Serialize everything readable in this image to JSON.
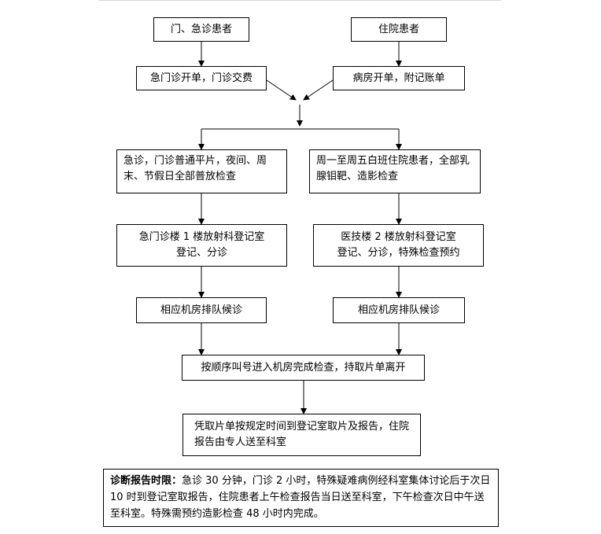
{
  "nodes": {
    "outpatient": "门、急诊患者",
    "inpatient": "住院患者",
    "outpatient_billing": "急门诊开单，门诊交费",
    "inpatient_billing": "病房开单，附记账单",
    "left_exam": "急诊，门诊普通平片，夜间、周末、节假日全部普放检查",
    "right_exam": "周一至周五白班住院患者，全部乳腺钼靶、造影检查",
    "left_reg_line1": "急门诊楼 1 楼放射科登记室",
    "left_reg_line2": "登记、分诊",
    "right_reg_line1": "医技楼 2 楼放射科登记室",
    "right_reg_line2": "登记、分诊，特殊检查预约",
    "left_queue": "相应机房排队候诊",
    "right_queue": "相应机房排队候诊",
    "exam": "按顺序叫号进入机房完成检查，持取片单离开",
    "pickup": "凭取片单按规定时间到登记室取片及报告，住院报告由专人送至科室"
  },
  "note": {
    "title": "诊断报告时限：",
    "text": "急诊 30 分钟，门诊 2 小时，特殊疑难病例经科室集体讨论后于次日 10 时到登记室取报告，住院患者上午检查报告当日送至科室，下午检查次日中午送至科室。特殊需预约造影检查 48 小时内完成。"
  }
}
